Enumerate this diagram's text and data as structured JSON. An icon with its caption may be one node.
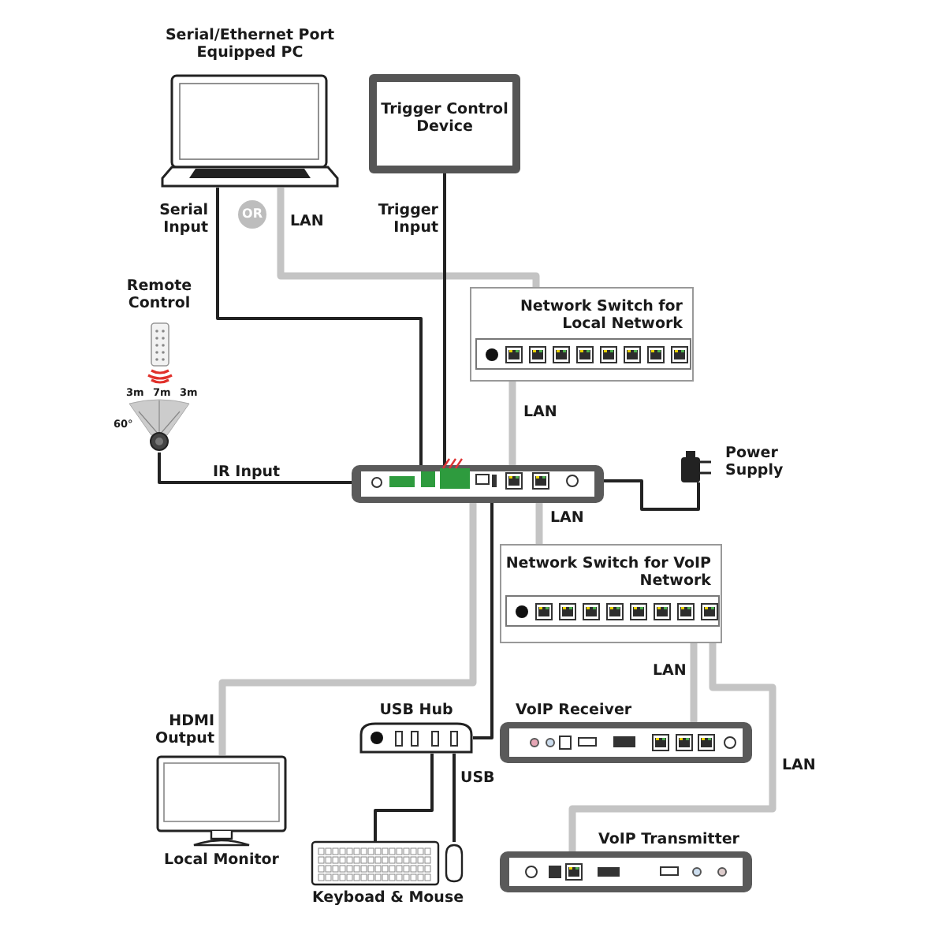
{
  "diagram": {
    "nodes": [
      {
        "text": [
          "Serial/Ethernet Port Equipped PC"
        ]
      },
      {
        "text": [
          "Trigger Control Device"
        ]
      },
      {
        "text": [
          "Remote Control"
        ]
      },
      {
        "text": [
          "Network Switch for Local Network"
        ]
      },
      {
        "text": [],
        "shape": "box"
      },
      {
        "text": [
          "Power Supply"
        ]
      },
      {
        "text": [
          "Network Switch for VoIP Network"
        ]
      },
      {
        "text": [
          "Local Monitor"
        ]
      },
      {
        "text": [
          "USB Hub"
        ]
      },
      {
        "text": [
          "VoIP Receiver"
        ]
      },
      {
        "text": [
          "Keyboad & Mouse"
        ]
      },
      {
        "text": [
          "VoIP Transmitter"
        ]
      }
    ],
    "edges": [
      {
        "from": 0,
        "to": 4,
        "arrow": "none",
        "label": "Serial Input"
      },
      {
        "from": 0,
        "to": 3,
        "arrow": "none",
        "label": "LAN",
        "style": "thick",
        "color": "#c4c4c4"
      },
      {
        "from": 1,
        "to": 4,
        "arrow": "none",
        "label": "Trigger Input"
      },
      {
        "from": 2,
        "to": 4,
        "arrow": "none",
        "label": "IR Input"
      },
      {
        "from": 3,
        "to": 4,
        "arrow": "none",
        "label": "LAN",
        "style": "thick",
        "color": "#c4c4c4"
      },
      {
        "from": 4,
        "to": 5,
        "arrow": "none"
      },
      {
        "from": 4,
        "to": 6,
        "arrow": "none",
        "label": "LAN",
        "style": "thick",
        "color": "#c4c4c4"
      },
      {
        "from": 4,
        "to": 7,
        "arrow": "none",
        "label": "HDMI Output",
        "style": "thick",
        "color": "#c4c4c4"
      },
      {
        "from": 4,
        "to": 8,
        "arrow": "none"
      },
      {
        "from": 6,
        "to": 9,
        "arrow": "none",
        "label": "LAN",
        "style": "thick",
        "color": "#c4c4c4"
      },
      {
        "from": 6,
        "to": 11,
        "arrow": "none",
        "label": "LAN",
        "style": "thick",
        "color": "#c4c4c4"
      },
      {
        "from": 8,
        "to": 10,
        "arrow": "none"
      },
      {
        "from": 8,
        "to": 10,
        "arrow": "none",
        "label": "USB"
      }
    ],
    "labels": [
      "OR",
      "3m",
      "7m",
      "3m",
      "60°"
    ]
  }
}
